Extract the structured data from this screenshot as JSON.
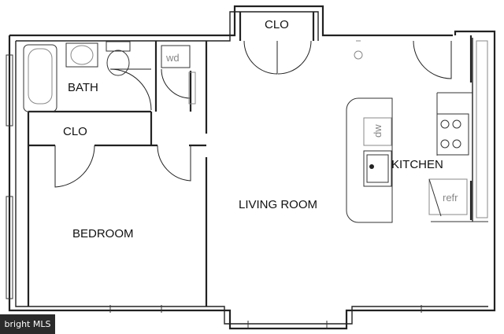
{
  "rooms": {
    "bath": "BATH",
    "clo_top": "CLO",
    "clo_mid": "CLO",
    "bedroom": "BEDROOM",
    "living_room": "LIVING ROOM",
    "kitchen": "KITCHEN"
  },
  "fixtures": {
    "washer_dryer": "wd",
    "dishwasher": "dw",
    "refrigerator": "refr"
  },
  "watermark": "bright MLS",
  "colors": {
    "wall": "#222222",
    "fixture": "#888888",
    "badge_bg": "#2b2b2b"
  }
}
